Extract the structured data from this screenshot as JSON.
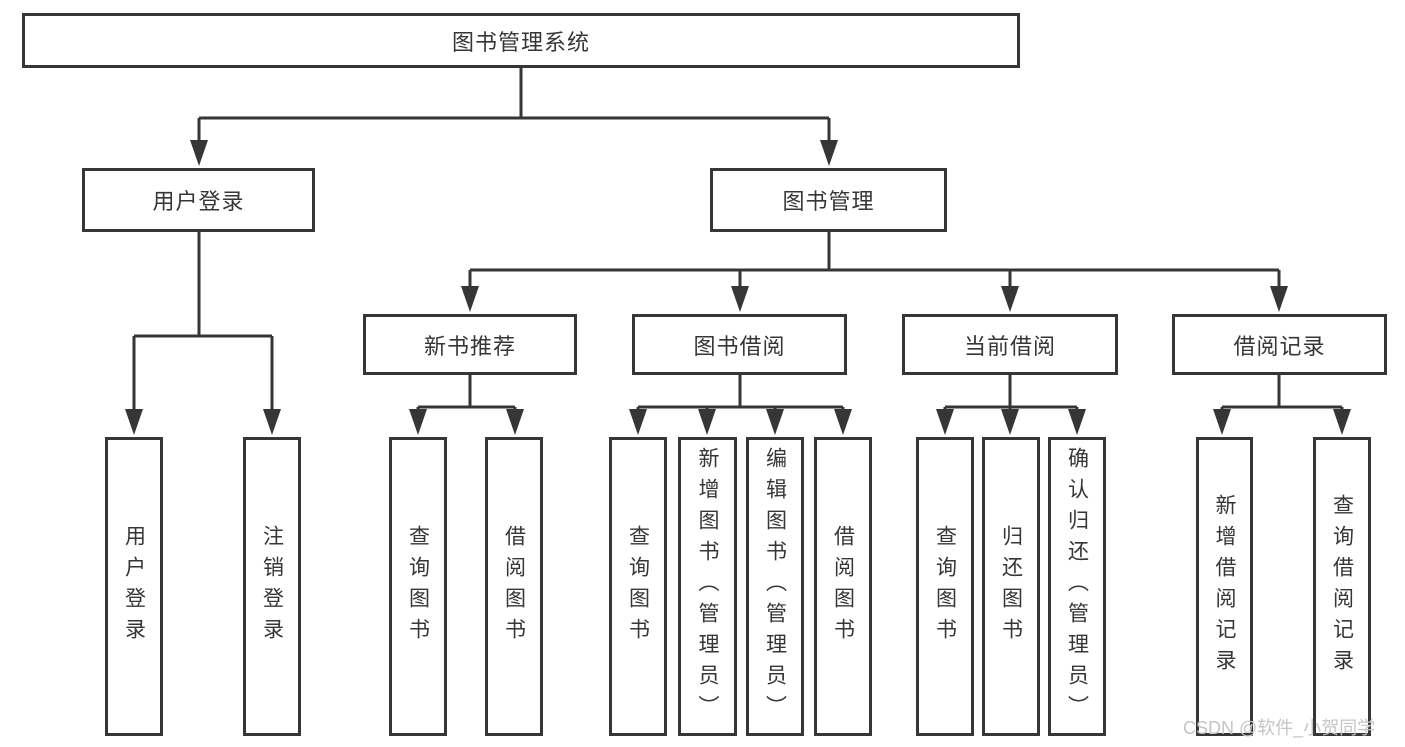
{
  "tree": {
    "root": {
      "label": "图书管理系统",
      "children": [
        {
          "label": "用户登录",
          "children": [
            {
              "label": "用户登录"
            },
            {
              "label": "注销登录"
            }
          ]
        },
        {
          "label": "图书管理",
          "children": [
            {
              "label": "新书推荐",
              "children": [
                {
                  "label": "查询图书"
                },
                {
                  "label": "借阅图书"
                }
              ]
            },
            {
              "label": "图书借阅",
              "children": [
                {
                  "label": "查询图书"
                },
                {
                  "label": "新增图书（管理员）"
                },
                {
                  "label": "编辑图书（管理员）"
                },
                {
                  "label": "借阅图书"
                }
              ]
            },
            {
              "label": "当前借阅",
              "children": [
                {
                  "label": "查询图书"
                },
                {
                  "label": "归还图书"
                },
                {
                  "label": "确认归还（管理员）"
                }
              ]
            },
            {
              "label": "借阅记录",
              "children": [
                {
                  "label": "新增借阅记录"
                },
                {
                  "label": "查询借阅记录"
                }
              ]
            }
          ]
        }
      ]
    }
  },
  "watermark": "CSDN @软件_小贺同学",
  "colors": {
    "line": "#363636",
    "box_border": "#363636",
    "text": "#363636",
    "background": "#ffffff",
    "watermark": "#c5c5c5"
  }
}
